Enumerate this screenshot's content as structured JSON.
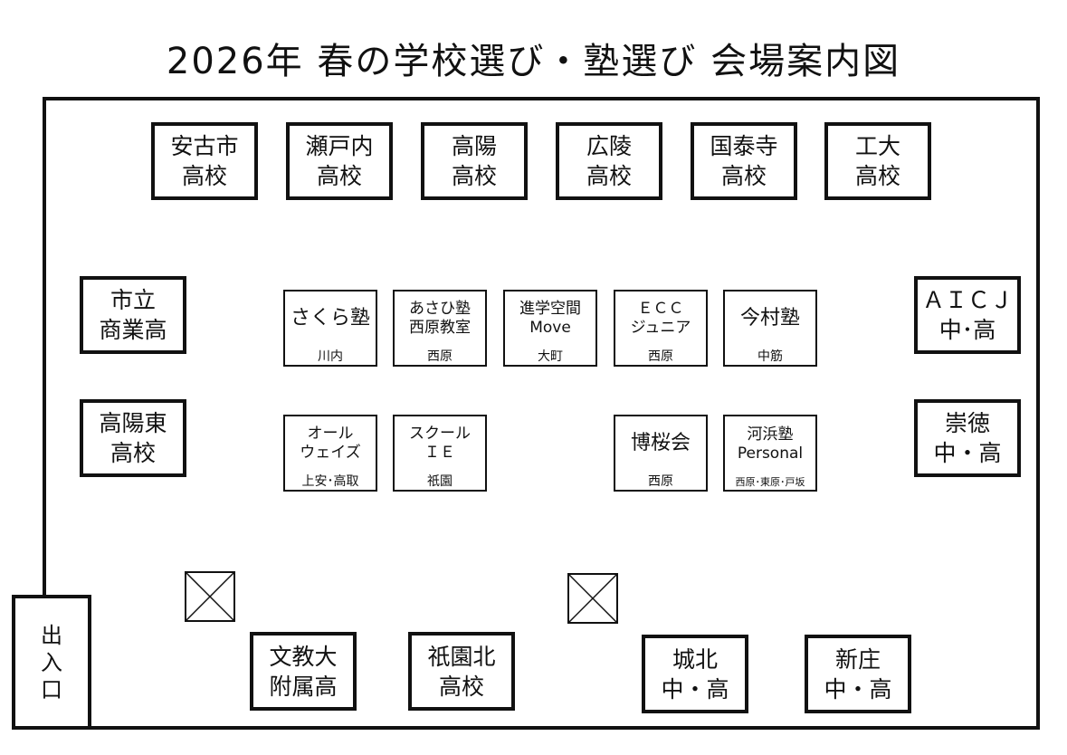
{
  "title": "2026年 春の学校選び・塾選び 会場案内図",
  "top_schools": [
    [
      "安古市",
      "高校"
    ],
    [
      "瀬戸内",
      "高校"
    ],
    [
      "高陽",
      "高校"
    ],
    [
      "広陵",
      "高校"
    ],
    [
      "国泰寺",
      "高校"
    ],
    [
      "工大",
      "高校"
    ]
  ],
  "left_schools": [
    [
      "市立",
      "商業高"
    ],
    [
      "高陽東",
      "高校"
    ]
  ],
  "right_schools": [
    [
      "ＡＩＣＪ",
      "中･高"
    ],
    [
      "崇徳",
      "中・高"
    ]
  ],
  "bottom_schools": [
    [
      "文教大",
      "附属高"
    ],
    [
      "祇園北",
      "高校"
    ],
    [
      "城北",
      "中・高"
    ],
    [
      "新庄",
      "中・高"
    ]
  ],
  "juku_row1": [
    {
      "name": [
        "さくら塾"
      ],
      "area": "川内"
    },
    {
      "name": [
        "あさひ塾",
        "西原教室"
      ],
      "area": "西原"
    },
    {
      "name": [
        "進学空間",
        "Move"
      ],
      "area": "大町"
    },
    {
      "name": [
        "ＥＣＣ",
        "ジュニア"
      ],
      "area": "西原"
    },
    {
      "name": [
        "今村塾"
      ],
      "area": "中筋"
    }
  ],
  "juku_row2": [
    {
      "name": [
        "オール",
        "ウェイズ"
      ],
      "area": "上安･高取"
    },
    {
      "name": [
        "スクール",
        "ＩＥ"
      ],
      "area": "祇園"
    },
    {
      "name": [
        "博桜会"
      ],
      "area": "西原"
    },
    {
      "name": [
        "河浜塾",
        "Personal"
      ],
      "area": "西原･東原･戸坂"
    }
  ],
  "exit": "出入口"
}
